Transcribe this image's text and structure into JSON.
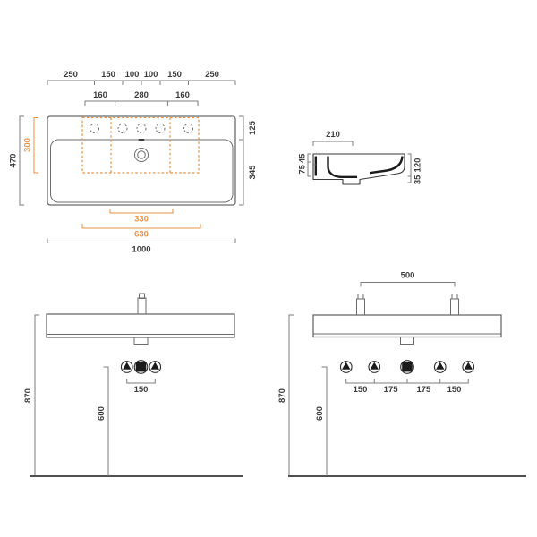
{
  "colors": {
    "background": "#ffffff",
    "outline": "#6b6b6b",
    "dimension_line": "#7c7c7c",
    "text": "#3c3c3c",
    "accent_orange": "#ea9345",
    "profile_black": "#1c1c1c"
  },
  "top_view": {
    "chain_outer": [
      "250",
      "150",
      "100",
      "100",
      "150",
      "250"
    ],
    "chain_inner": [
      "160",
      "280",
      "160"
    ],
    "height_total": "470",
    "height_accent": "300",
    "depth_top": "125",
    "depth_bowl": "345",
    "width_accent_inner": "330",
    "width_accent_outer": "630",
    "width_total": "1000"
  },
  "side_view": {
    "depth_top": "210",
    "left_upper": "45",
    "left_lower": "75",
    "right_upper": "120",
    "right_lower": "35"
  },
  "front_single": {
    "mount_height": "870",
    "drain_height": "600",
    "symbol_spacing": "150"
  },
  "front_double": {
    "faucet_spacing": "500",
    "mount_height": "870",
    "drain_height": "600",
    "symbol_spacings": [
      "150",
      "175",
      "175",
      "150"
    ]
  }
}
